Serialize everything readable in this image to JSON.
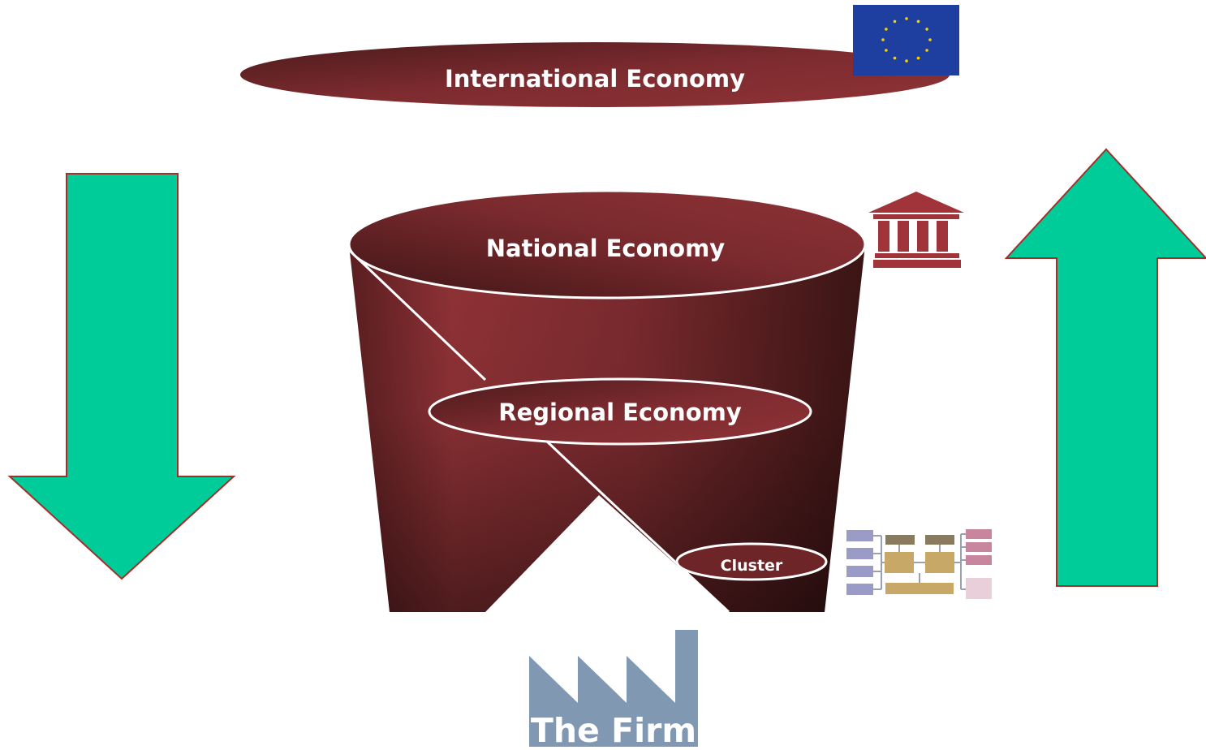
{
  "diagram": {
    "levels": {
      "international": "International Economy",
      "national": "National Economy",
      "regional": "Regional Economy",
      "cluster": "Cluster",
      "firm": "The Firm"
    },
    "colors": {
      "maroon": "#8b3034",
      "maroon_dark": "#3e1516",
      "arrow_fill": "#00cc99",
      "arrow_stroke": "#a0302a",
      "eu_blue": "#1f3fa0",
      "eu_star": "#f5d300",
      "factory": "#8098b2"
    },
    "icons": [
      "eu-flag-icon",
      "bank-building-icon",
      "org-chart-icon",
      "factory-icon",
      "arrow-down-icon",
      "arrow-up-icon"
    ]
  }
}
